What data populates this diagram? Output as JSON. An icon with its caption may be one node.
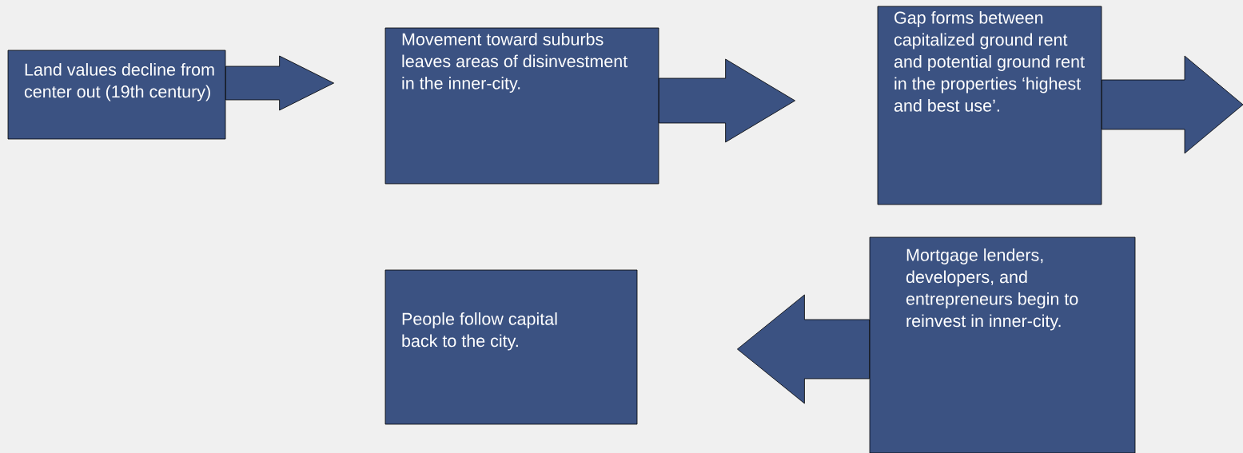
{
  "diagram": {
    "nodes": [
      {
        "text": [
          "Land values decline from center out (19th century)"
        ]
      },
      {
        "text": [
          "Movement toward suburbs leaves areas of disinvestment in the inner-city."
        ]
      },
      {
        "text": [
          "Gap forms between capitalized ground rent and potential ground rent in the properties ‘highest and best use’."
        ]
      },
      {
        "text": [
          "Mortgage lenders, developers, and entrepreneurs begin to reinvest in inner-city."
        ]
      },
      {
        "text": [
          "People follow capital back to the city."
        ]
      }
    ],
    "edges": [
      {
        "from": 0,
        "to": 1,
        "arrow": "to"
      },
      {
        "from": 1,
        "to": 2,
        "arrow": "to"
      },
      {
        "from": 2,
        "to": null,
        "arrow": "to"
      },
      {
        "from": 3,
        "to": 4,
        "arrow": "to"
      }
    ]
  }
}
